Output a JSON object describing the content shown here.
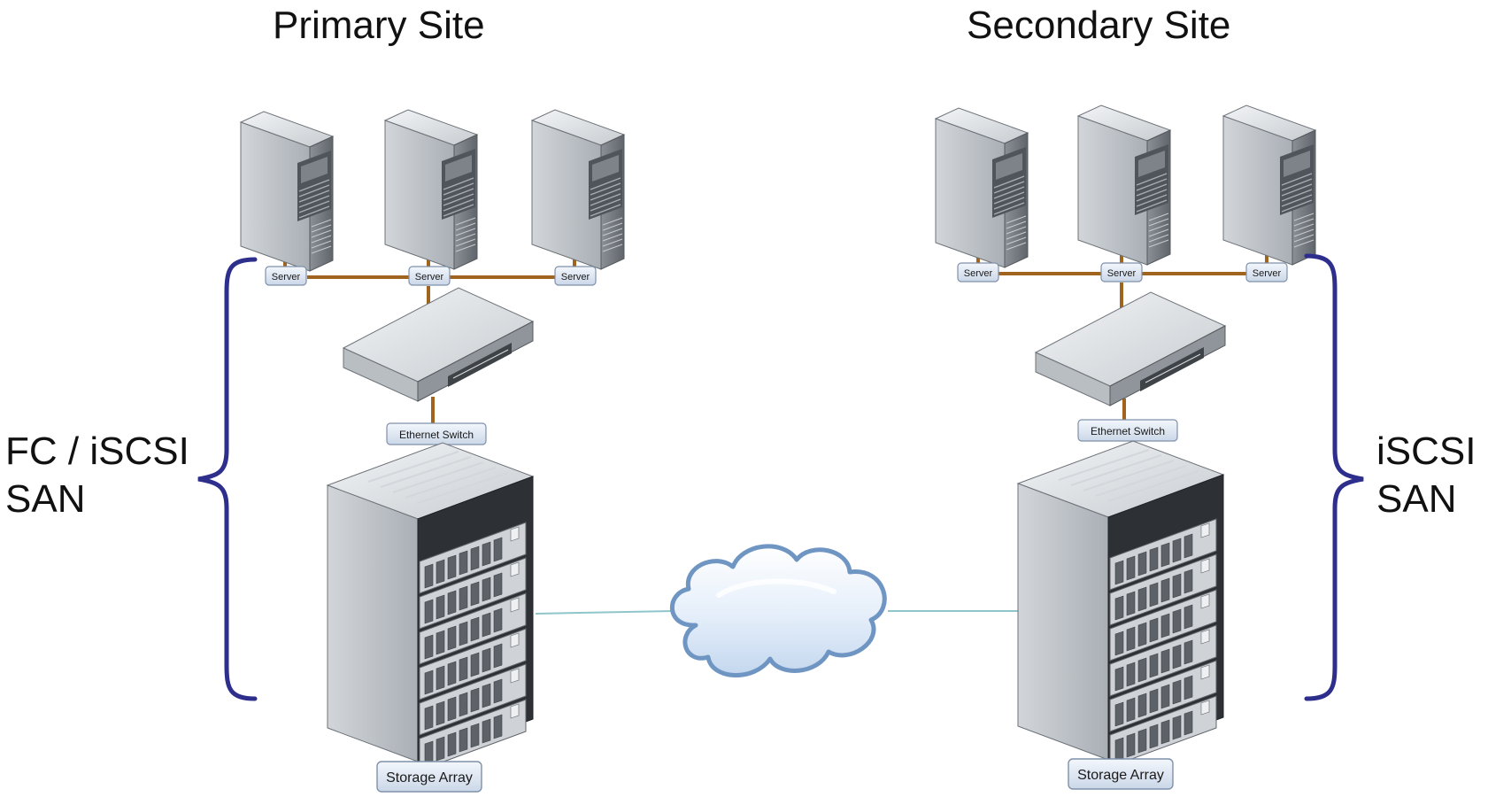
{
  "sites": {
    "primary": {
      "title": "Primary Site",
      "san_line1": "FC / iSCSI",
      "san_line2": "SAN",
      "server_labels": [
        "Server",
        "Server",
        "Server"
      ],
      "switch_label": "Ethernet Switch",
      "storage_label": "Storage Array"
    },
    "secondary": {
      "title": "Secondary Site",
      "san_line1": "iSCSI",
      "san_line2": "SAN",
      "server_labels": [
        "Server",
        "Server",
        "Server"
      ],
      "switch_label": "Ethernet Switch",
      "storage_label": "Storage Array"
    }
  },
  "wan": {
    "icon": "cloud-icon"
  },
  "colors": {
    "network_link": "#a0641e",
    "brace": "#2e2e8c",
    "wan_link": "#8fc6cc",
    "cloud_outline": "#6f95c2",
    "tag_fill": "#dfe8f5",
    "tag_border": "#7f90aa"
  }
}
